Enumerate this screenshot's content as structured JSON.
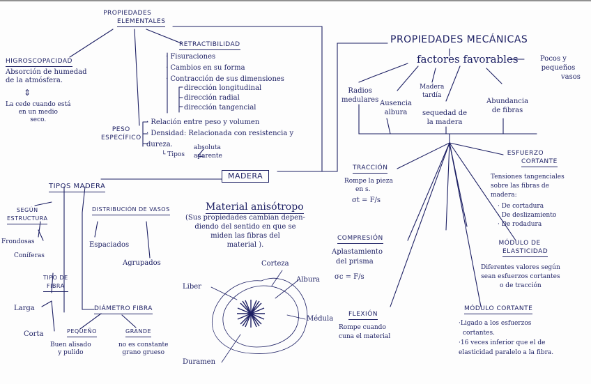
{
  "colors": {
    "ink": "#1c1f63",
    "paper": "#fdfdfd"
  },
  "propiedades_elementales": {
    "title_line1": "PROPIEDADES",
    "title_line2": "ELEMENTALES",
    "higroscopicidad": {
      "title": "HIGROSCOPACIDAD",
      "lines": [
        "Absorción de humedad",
        "de la atmósfera."
      ],
      "arrow": "⇕",
      "note": [
        "La cede cuando está",
        "en un medio",
        "seco."
      ]
    },
    "retractibilidad": {
      "title": "RETRACTIBILIDAD",
      "items": [
        "· Fisuraciones",
        "· Cambios en su forma",
        "· Contracción de sus dimensiones"
      ],
      "subitems": [
        "dirección longitudinal",
        "dirección radial",
        "dirección tangencial"
      ]
    },
    "peso_especifico": {
      "title_line1": "PESO",
      "title_line2": "ESPECÍFICO",
      "lines": [
        "· Relación entre peso y volumen",
        "· Densidad: Relacionada con resistencia y",
        "dureza."
      ],
      "tipos_label": "└ Tipos",
      "tipos": [
        "absoluta",
        "aparente"
      ]
    }
  },
  "madera": {
    "label": "MADERA",
    "material": "Material anisótropo",
    "description": [
      "(Sus propiedades cambian depen-",
      "diendo del sentido en que se",
      "miden las fibras del",
      "material )."
    ],
    "tronco": [
      "Corteza",
      "Liber",
      "Albura",
      "Médula",
      "Duramen"
    ]
  },
  "tipos_madera": {
    "title": "TIPOS MADERA",
    "segun_estructura": {
      "title_line1": "SEGÚN",
      "title_line2": "ESTRUCTURA",
      "items": [
        "Frondosas",
        "Coníferas"
      ]
    },
    "tipo_fibra": {
      "title_line1": "TIPO DE",
      "title_line2": "FIBRA",
      "items": [
        "Larga",
        "Corta"
      ]
    },
    "distribucion": {
      "title": "DISTRIBUCIÓN DE VASOS",
      "items": [
        "Espaciados",
        "Agrupados"
      ]
    },
    "diametro": {
      "title": "DIÁMETRO FIBRA",
      "pequeno": {
        "title": "PEQUEÑO",
        "lines": [
          "Buen alisado",
          "y pulido"
        ]
      },
      "grande": {
        "title": "GRANDE",
        "lines": [
          "no es constante",
          "grano grueso"
        ]
      }
    }
  },
  "propiedades_mecanicas": {
    "title": "PROPIEDADES MECÁNICAS",
    "factores": "factores favorables",
    "pocos": [
      "Pocos y",
      "pequeños",
      "vasos"
    ],
    "factor_items": [
      {
        "lines": [
          "Radios",
          "medulares"
        ]
      },
      {
        "lines": [
          "Ausencia",
          "albura"
        ]
      },
      {
        "lines": [
          "Madera",
          "tardía"
        ]
      },
      {
        "lines": [
          "sequedad de",
          "la madera"
        ]
      },
      {
        "lines": [
          "Abundancia",
          "de fibras"
        ]
      }
    ],
    "traccion": {
      "title": "TRACCIÓN",
      "lines": [
        "Rompe la pieza",
        "en s."
      ],
      "formula": "σt = F/s"
    },
    "compresion": {
      "title": "COMPRESIÓN",
      "lines": [
        "Aplastamiento",
        "del prisma"
      ],
      "formula": "σc = F/s"
    },
    "flexion": {
      "title": "FLEXIÓN",
      "lines": [
        "Rompe cuando",
        "cuna el material"
      ]
    },
    "esfuerzo_cortante": {
      "title_line1": "ESFUERZO",
      "title_line2": "CORTANTE",
      "lines": [
        "Tensiones tangenciales",
        "sobre las fibras de",
        "madera:"
      ],
      "items": [
        "· De cortadura",
        "· De deslizamiento",
        "· De rodadura"
      ]
    },
    "modulo_elasticidad": {
      "title_line1": "MÓDULO DE",
      "title_line2": "ELASTICIDAD",
      "lines": [
        "Diferentes valores según",
        "sean esfuerzos cortantes",
        "o de tracción"
      ]
    },
    "modulo_cortante": {
      "title": "MÓDULO CORTANTE",
      "lines": [
        "·Ligado a los esfuerzos",
        "cortantes.",
        "·16 veces inferior que el de",
        "elasticidad paralelo a la fibra."
      ]
    }
  }
}
